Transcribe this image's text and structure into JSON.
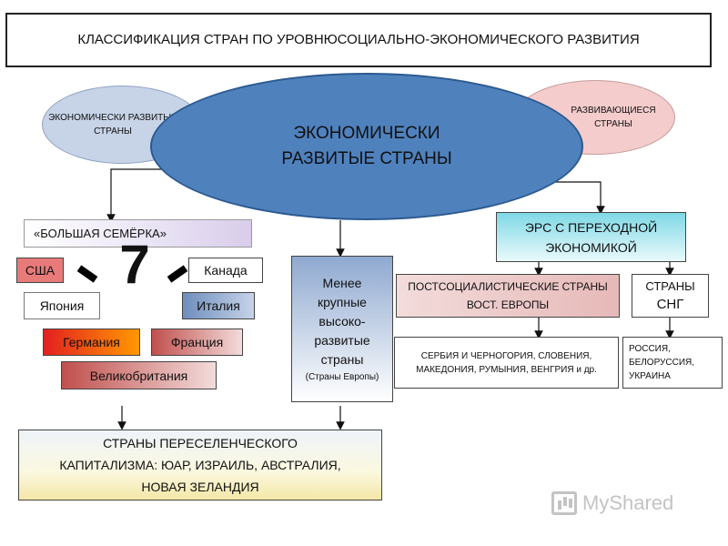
{
  "title": "КЛАССИФИКАЦИЯ СТРАН ПО УРОВНЮСОЦИАЛЬНО-ЭКОНОМИЧЕСКОГО РАЗВИТИЯ",
  "ellipses": {
    "left": "ЭКОНОМИЧЕСКИ РАЗВИТЫЕ СТРАНЫ",
    "right": "РАЗВИВАЮЩИЕСЯ СТРАНЫ",
    "main": "ЭКОНОМИЧЕСКИ РАЗВИТЫЕ СТРАНЫ"
  },
  "big_seven": {
    "label": "«БОЛЬШАЯ СЕМЁРКА»",
    "number": "7",
    "countries": {
      "usa": "США",
      "canada": "Канада",
      "japan": "Япония",
      "italy": "Италия",
      "germany": "Германия",
      "france": "Франция",
      "uk": "Великобритания"
    }
  },
  "minor": {
    "text": "Менее крупные высоко-развитые страны",
    "sub": "(Страны Европы)"
  },
  "transition": {
    "ers": "ЭРС С ПЕРЕХОДНОЙ ЭКОНОМИКОЙ",
    "postsoc": "ПОСТСОЦИАЛИСТИЧЕСКИЕ СТРАНЫ ВОСТ. ЕВРОПЫ",
    "cis_line1": "СТРАНЫ",
    "cis_line2": "СНГ",
    "serbia": "СЕРБИЯ И ЧЕРНОГОРИЯ, СЛОВЕНИЯ, МАКЕДОНИЯ, РУМЫНИЯ, ВЕНГРИЯ и др.",
    "russia": "РОССИЯ, БЕЛОРУССИЯ, УКРАИНА"
  },
  "settlers": "СТРАНЫ ПЕРЕСЕЛЕНЧЕСКОГО КАПИТАЛИЗМА: ЮАР, ИЗРАИЛЬ, АВСТРАЛИЯ, НОВАЯ ЗЕЛАНДИЯ",
  "watermark": "MyShared",
  "colors": {
    "main_ellipse": "#4f81bd",
    "left_ellipse": "#c7d3e6",
    "right_ellipse": "#f4cccc",
    "usa": "#e87a7a",
    "ers": "#7fd9e6"
  }
}
